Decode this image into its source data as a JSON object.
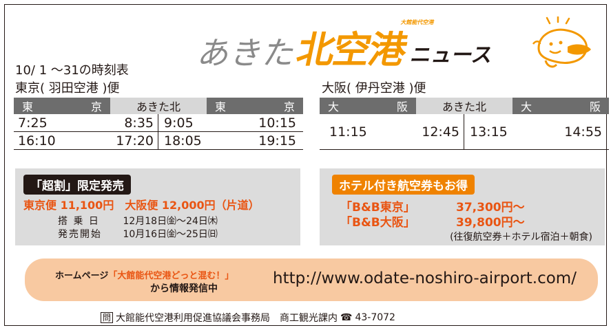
{
  "header": {
    "logo_akita": "あきた",
    "logo_kita": "北空港",
    "logo_sub": "大館能代空港",
    "logo_news": "ニュース"
  },
  "schedule_title": "10/ 1 〜31の時刻表",
  "tokyo": {
    "title": "東京( 羽田空港 )便",
    "head": [
      "東",
      "京",
      "あきた北",
      "東",
      "京"
    ],
    "rows": [
      [
        "7:25",
        "8:35",
        "9:05",
        "10:15"
      ],
      [
        "16:10",
        "17:20",
        "18:05",
        "19:15"
      ]
    ]
  },
  "osaka": {
    "title": "大阪( 伊丹空港 )便",
    "head": [
      "大",
      "阪",
      "あきた北",
      "大",
      "阪"
    ],
    "row": [
      "11:15",
      "12:45",
      "13:15",
      "14:55"
    ]
  },
  "sale": {
    "tag": "「超割」限定発売",
    "fare_line": "東京便 11,100円　大阪便 12,000円（片道）",
    "board_label": "搭 乗 日",
    "board_value": "12月18日㈮〜24日㈭",
    "sale_label": "発売開始",
    "sale_value": "10月16日㈮〜25日㈰"
  },
  "hotel": {
    "tag": "ホテル付き航空券もお得",
    "plans": [
      {
        "name": "「B&B東京」",
        "price": "37,300円〜"
      },
      {
        "name": "「B&B大阪」",
        "price": "39,800円〜"
      }
    ],
    "note": "(往復航空券＋ホテル宿泊＋朝食)"
  },
  "homepage": {
    "prefix": "ホームページ",
    "site_name": "「大館能代空港どっと混む！」",
    "line2": "から情報発信中",
    "url": "http://www.odate-noshiro-airport.com/"
  },
  "footer": {
    "inquiry_mark": "問",
    "org": "大館能代空港利用促進協議会事務局　商工観光課内",
    "phone_icon": "☎",
    "phone": "43-7072"
  },
  "colors": {
    "orange": "#f39800",
    "red_orange": "#e95513",
    "gray_header": "#6d6d6d",
    "light_gray": "#d7d7d7",
    "peach": "#f8c9a1"
  }
}
